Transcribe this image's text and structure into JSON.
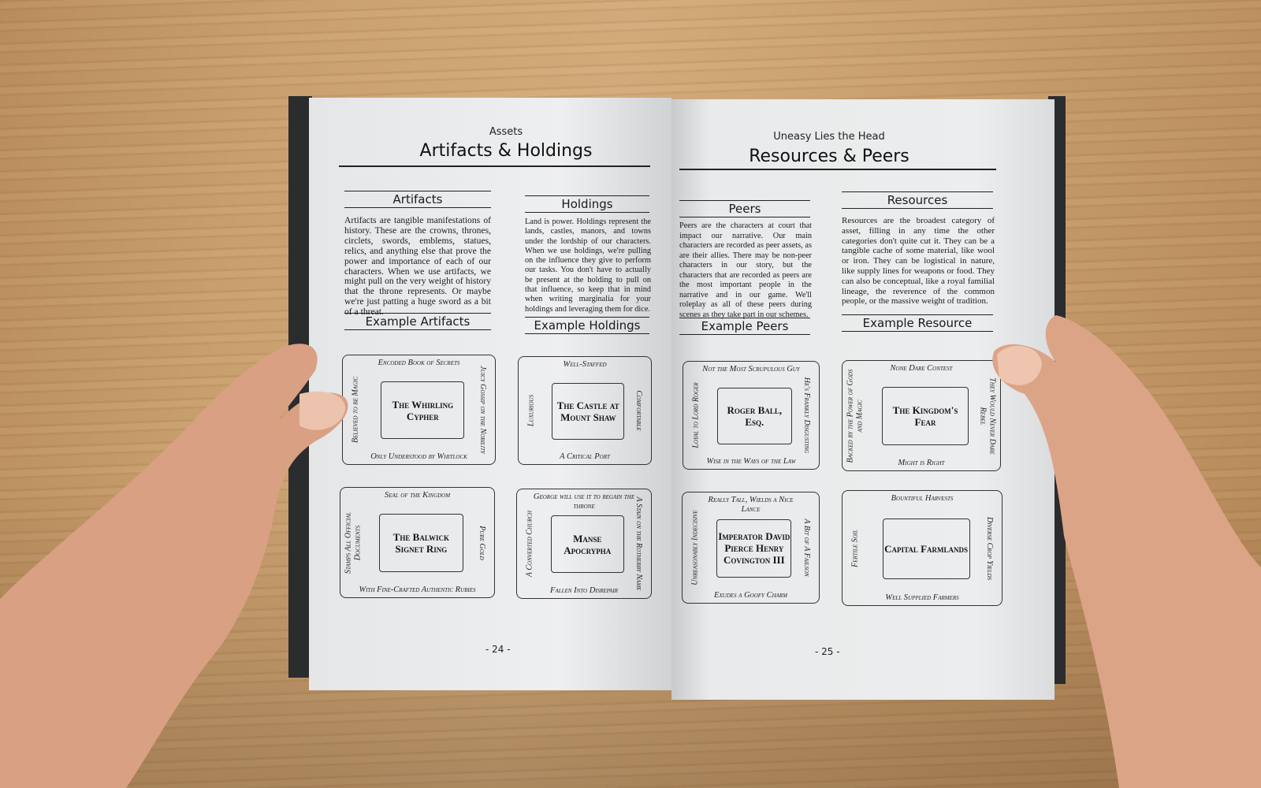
{
  "left_page": {
    "running_head": "Assets",
    "title": "Artifacts & Holdings",
    "artifacts": {
      "heading": "Artifacts",
      "body": "Artifacts are tangible manifestations of history. These are the crowns, thrones, circlets, swords, emblems, statues, relics, and anything else that prove the power and importance of each of our characters. When we use artifacts, we might pull on the very weight of history that the throne represents. Or maybe we're just patting a huge sword as a bit of a threat.",
      "examples_heading": "Example Artifacts"
    },
    "holdings": {
      "heading": "Holdings",
      "body": "Land is power. Holdings represent the lands, castles, manors, and towns under the lordship of our characters. When we use holdings, we're pulling on the influence they give to perform our tasks. You don't have to actually be present at the holding to pull on that influence, so keep that in mind when writing marginalia for your holdings and leveraging them for dice.",
      "examples_heading": "Example Holdings"
    },
    "cards": [
      {
        "center": "The Whirling Cypher",
        "top": "Encoded Book of Secrets",
        "left": "Believed to be Magic",
        "right": "Juicy Gossip on the Nobility",
        "bottom": "Only Understood by Whitlock"
      },
      {
        "center": "The Castle at Mount Shaw",
        "top": "Well-Staffed",
        "left": "Luxurious",
        "right": "Comfortable",
        "bottom": "A Critical Port"
      },
      {
        "center": "The Balwick Signet Ring",
        "top": "Seal of the Kingdom",
        "left": "Stamps All Official Documents",
        "right": "Pure Gold",
        "bottom": "With Fine-Crafted Authentic Rubies"
      },
      {
        "center": "Manse Apocrypha",
        "top": "George will use it to regain the throne",
        "left": "A Converted Church",
        "right": "A Stain on the Rotherby Name",
        "bottom": "Fallen Into Disrepair"
      }
    ],
    "page_number": "- 24 -"
  },
  "right_page": {
    "running_head": "Uneasy Lies the Head",
    "title": "Resources & Peers",
    "peers": {
      "heading": "Peers",
      "body": "Peers are the characters at court that impact our narrative. Our main characters are recorded as peer assets, as are their allies. There may be non-peer characters in our story, but the characters that are recorded as peers are the most important people in the narrative and in our game. We'll roleplay as all of these peers during scenes as they take part in our schemes.",
      "examples_heading": "Example Peers"
    },
    "resources": {
      "heading": "Resources",
      "body": "Resources are the broadest category of asset, filling in any time the other categories don't quite cut it. They can be a tangible cache of some material, like wool or iron. They can be logistical in nature, like supply lines for weapons or food. They can also be conceptual, like a royal familial lineage, the reverence of the common people, or the massive weight of tradition.",
      "examples_heading": "Example Resource"
    },
    "cards": [
      {
        "center": "Roger Ball, Esq.",
        "top": "Not the Most Scrupulous Guy",
        "left": "Loyal to Lord Roger",
        "right": "He's Frankly Disgusting",
        "bottom": "Wise in the Ways of the Law"
      },
      {
        "center": "The Kingdom's Fear",
        "top": "None Dare Contest",
        "left": "Backed by the Power of Gods and Magic",
        "right": "They Would Never Dare Rebel",
        "bottom": "Might is Right"
      },
      {
        "center": "Imperator David Pierce Henry Covington III",
        "top": "Really Tall, Wields a Nice Lance",
        "left": "Unreasonably Indecisive",
        "right": "A Bit of A Failson",
        "bottom": "Exudes a Goofy Charm"
      },
      {
        "center": "Capital Farmlands",
        "top": "Bountiful Harvests",
        "left": "Fertile Soil",
        "right": "Diverse Crop Yields",
        "bottom": "Well Supplied Farmers"
      }
    ],
    "page_number": "- 25 -"
  },
  "colors": {
    "wood": "#c99f6e",
    "paper": "#e9ebec",
    "ink": "#1b1b1b",
    "skin": "#dba487",
    "cover": "#2b2c2e"
  }
}
